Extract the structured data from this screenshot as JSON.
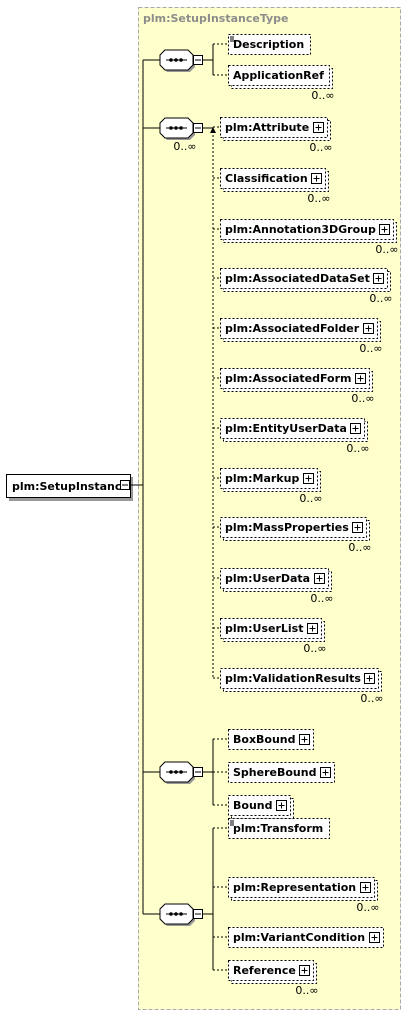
{
  "diagram": {
    "type_label": "plm:SetupInstanceType",
    "root": "plm:SetupInstance",
    "groups": [
      {
        "name": "sequence",
        "elements": [
          {
            "name": "Description",
            "cardinality": "",
            "optional": true,
            "expandable": false,
            "doc": true
          },
          {
            "name": "ApplicationRef",
            "cardinality": "0..∞",
            "optional": true,
            "expandable": false,
            "doc": false
          }
        ]
      },
      {
        "name": "choice",
        "cardinality": "0..∞",
        "elements": [
          {
            "name": "plm:Attribute",
            "cardinality": "0..∞",
            "optional": true,
            "expandable": true,
            "doc": false
          },
          {
            "name": "Classification",
            "cardinality": "0..∞",
            "optional": true,
            "expandable": true,
            "doc": false
          },
          {
            "name": "plm:Annotation3DGroup",
            "cardinality": "0..∞",
            "optional": true,
            "expandable": true,
            "doc": false
          },
          {
            "name": "plm:AssociatedDataSet",
            "cardinality": "0..∞",
            "optional": true,
            "expandable": true,
            "doc": false
          },
          {
            "name": "plm:AssociatedFolder",
            "cardinality": "0..∞",
            "optional": true,
            "expandable": true,
            "doc": false
          },
          {
            "name": "plm:AssociatedForm",
            "cardinality": "0..∞",
            "optional": true,
            "expandable": true,
            "doc": false
          },
          {
            "name": "plm:EntityUserData",
            "cardinality": "0..∞",
            "optional": true,
            "expandable": true,
            "doc": false
          },
          {
            "name": "plm:Markup",
            "cardinality": "0..∞",
            "optional": true,
            "expandable": true,
            "doc": false
          },
          {
            "name": "plm:MassProperties",
            "cardinality": "0..∞",
            "optional": true,
            "expandable": true,
            "doc": false
          },
          {
            "name": "plm:UserData",
            "cardinality": "0..∞",
            "optional": true,
            "expandable": true,
            "doc": false
          },
          {
            "name": "plm:UserList",
            "cardinality": "0..∞",
            "optional": true,
            "expandable": true,
            "doc": false
          },
          {
            "name": "plm:ValidationResults",
            "cardinality": "0..∞",
            "optional": true,
            "expandable": true,
            "doc": false
          }
        ]
      },
      {
        "name": "sequence",
        "elements": [
          {
            "name": "BoxBound",
            "cardinality": "",
            "optional": true,
            "expandable": true,
            "doc": false
          },
          {
            "name": "SphereBound",
            "cardinality": "",
            "optional": true,
            "expandable": true,
            "doc": false
          },
          {
            "name": "Bound",
            "cardinality": "0..∞",
            "optional": true,
            "expandable": true,
            "doc": false
          }
        ]
      },
      {
        "name": "sequence",
        "elements": [
          {
            "name": "plm:Transform",
            "cardinality": "",
            "optional": true,
            "expandable": false,
            "doc": true
          },
          {
            "name": "plm:Representation",
            "cardinality": "0..∞",
            "optional": true,
            "expandable": true,
            "doc": false
          },
          {
            "name": "plm:VariantCondition",
            "cardinality": "",
            "optional": true,
            "expandable": true,
            "doc": false
          },
          {
            "name": "Reference",
            "cardinality": "0..∞",
            "optional": true,
            "expandable": true,
            "doc": false
          }
        ]
      }
    ],
    "colors": {
      "type_box_fill": "#ffffcc",
      "type_box_border": "#a8a8a8",
      "box_fill": "#ffffff",
      "line": "#000000",
      "compositor_fill": "#ffffff",
      "title": "#8c8c8c"
    }
  }
}
